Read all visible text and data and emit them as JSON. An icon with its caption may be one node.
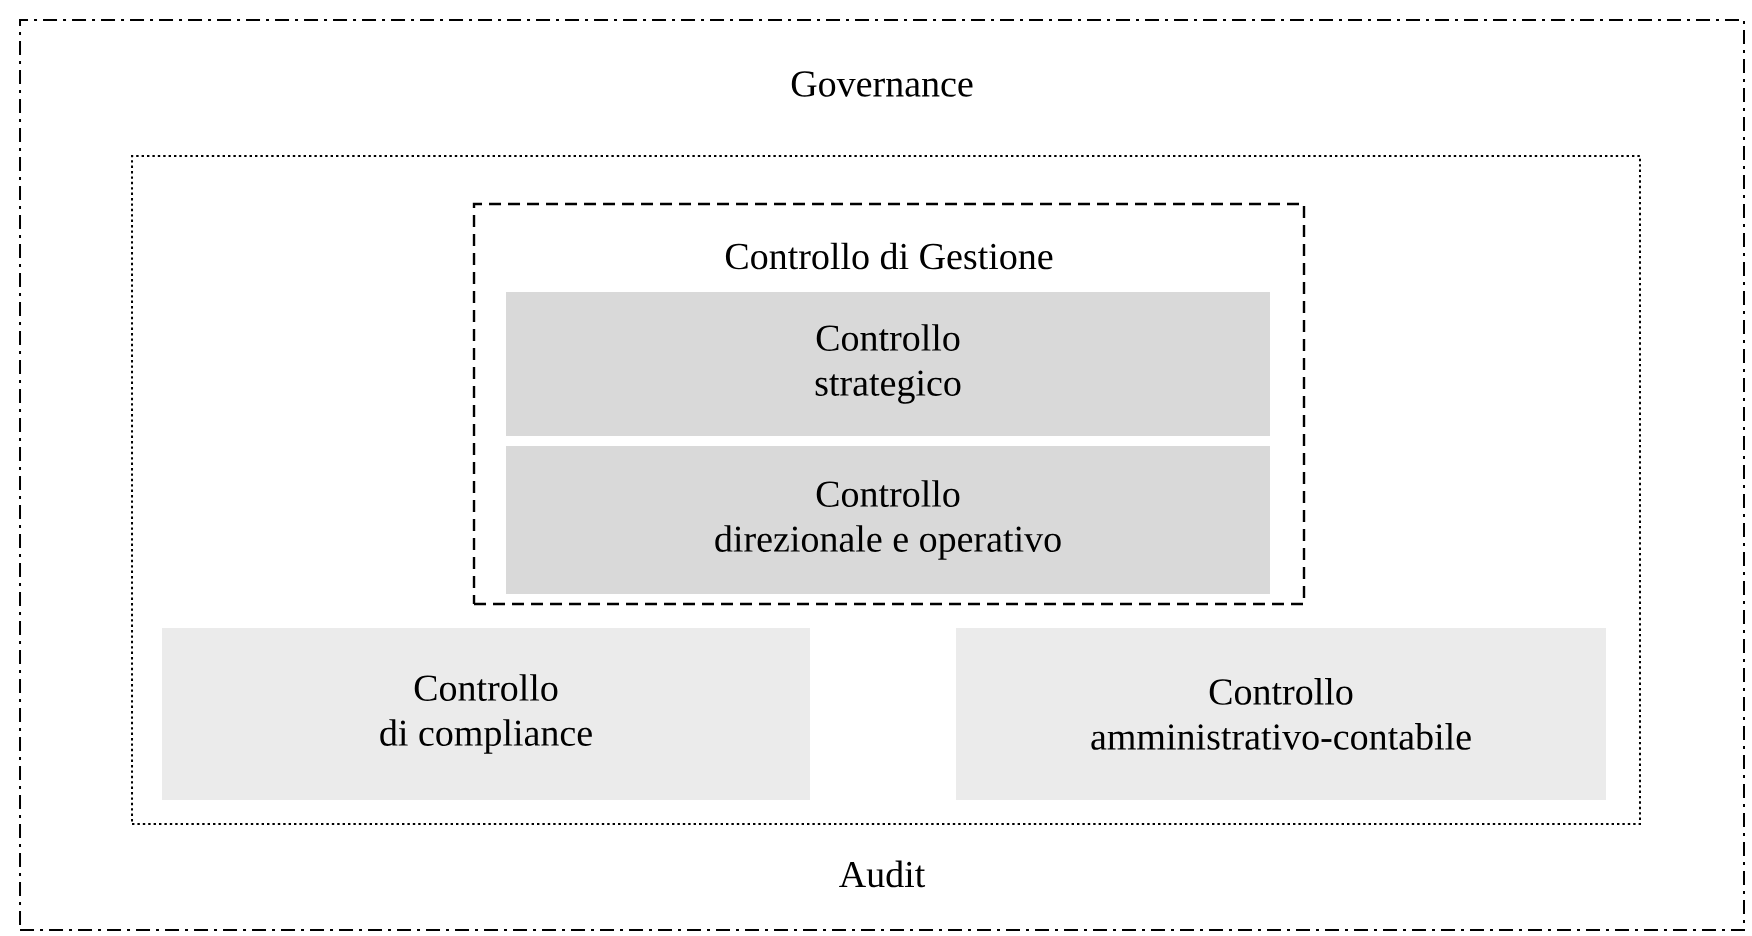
{
  "diagram": {
    "nodes": [
      {
        "text": [
          "Governance",
          "Audit"
        ]
      },
      {
        "text": [],
        "shape": "box",
        "in": 0
      },
      {
        "text": [
          "Controllo di Gestione"
        ],
        "in": 1
      },
      {
        "text": [
          "Controllo strategico"
        ],
        "in": 2
      },
      {
        "text": [
          "Controllo direzionale e operativo"
        ],
        "in": 2
      },
      {
        "text": [
          "Controllo di compliance"
        ],
        "in": 1
      },
      {
        "text": [
          "Controllo amministrativo-contabile"
        ],
        "in": 1
      }
    ],
    "edges": []
  }
}
